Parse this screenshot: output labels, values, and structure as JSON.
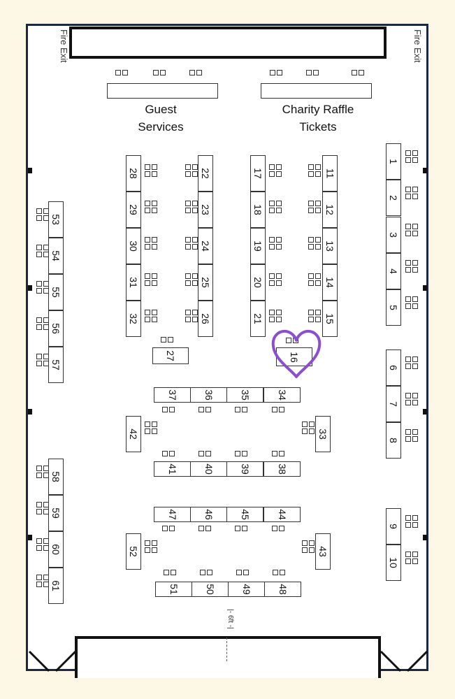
{
  "fire_exit_label": "Fire Exit",
  "areas": {
    "guest_services": [
      "Guest",
      "Services"
    ],
    "charity_raffle": [
      "Charity Raffle",
      "Tickets"
    ]
  },
  "dimension_label": "|- 6ft -|",
  "highlight_color": "#8a4fd0",
  "highlighted_booth": "16",
  "booths": [
    "1",
    "2",
    "3",
    "4",
    "5",
    "6",
    "7",
    "8",
    "9",
    "10",
    "11",
    "12",
    "13",
    "14",
    "15",
    "16",
    "17",
    "18",
    "19",
    "20",
    "21",
    "22",
    "23",
    "24",
    "25",
    "26",
    "27",
    "28",
    "29",
    "30",
    "31",
    "32",
    "33",
    "34",
    "35",
    "36",
    "37",
    "38",
    "39",
    "40",
    "41",
    "42",
    "43",
    "44",
    "45",
    "46",
    "47",
    "48",
    "49",
    "50",
    "51",
    "52",
    "53",
    "54",
    "55",
    "56",
    "57",
    "58",
    "59",
    "60",
    "61"
  ]
}
